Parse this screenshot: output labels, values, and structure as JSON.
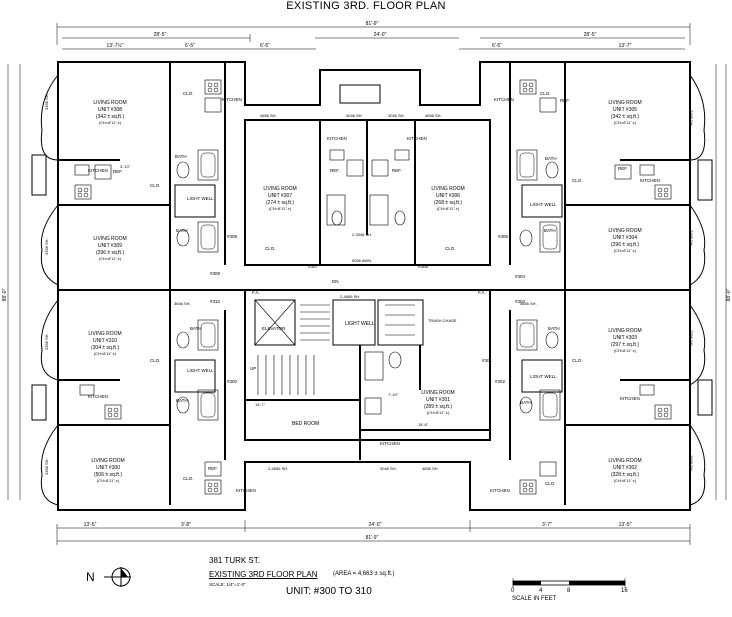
{
  "title": "EXISTING  3RD. FLOOR PLAN",
  "units": [
    {
      "id": "u308",
      "room": "LIVING ROOM",
      "unit": "UNIT #308",
      "area": "(342 ± sq.ft.)",
      "ceil": "(CH=8'11\".±)"
    },
    {
      "id": "u309",
      "room": "LIVING ROOM",
      "unit": "UNIT #309",
      "area": "(296 ± sq.ft.)",
      "ceil": "(CH=8'11\".±)"
    },
    {
      "id": "u310",
      "room": "LIVING ROOM",
      "unit": "UNIT #310",
      "area": "(304 ± sq.ft.)",
      "ceil": "(CH=8'11\".±)"
    },
    {
      "id": "u300",
      "room": "LIVING ROOM",
      "unit": "UNIT #300",
      "area": "(506 ± sq.ft.)",
      "ceil": "(CH=8'11\".±)"
    },
    {
      "id": "u307",
      "room": "LIVING ROOM",
      "unit": "UNIT #307",
      "area": "(274 ± sq.ft.)",
      "ceil": "(CH=8'11\".±)"
    },
    {
      "id": "u306",
      "room": "LIVING ROOM",
      "unit": "UNIT #306",
      "area": "(268 ± sq.ft.)",
      "ceil": "(CH=8'11\".±)"
    },
    {
      "id": "u305",
      "room": "LIVING ROOM",
      "unit": "UNIT #305",
      "area": "(342 ± sq.ft.)",
      "ceil": "(CH=8'11\".±)"
    },
    {
      "id": "u304",
      "room": "LIVING ROOM",
      "unit": "UNIT #304",
      "area": "(296 ± sq.ft.)",
      "ceil": "(CH=8'11\".±)"
    },
    {
      "id": "u303",
      "room": "LIVING ROOM",
      "unit": "UNIT #303",
      "area": "(297 ± sq.ft.)",
      "ceil": "(CH=8'11\".±)"
    },
    {
      "id": "u302",
      "room": "LIVING ROOM",
      "unit": "UNIT #302",
      "area": "(328 ± sq.ft.)",
      "ceil": "(CH=8'11\".±)"
    },
    {
      "id": "u301",
      "room": "LIVING ROOM",
      "unit": "UNIT #301",
      "area": "(289 ± sq.ft.)",
      "ceil": "(CH=8'11\".±)"
    }
  ],
  "rooms": {
    "clo": "CLO.",
    "kitchen": "KITCHEN",
    "bath": "BATH",
    "ref": "REF.",
    "light_well": "LIGHT WELL",
    "elevator": "ELEVATOR",
    "bed_room": "BED ROOM",
    "trash_chase": "TRASH CHASE",
    "up": "UP",
    "dn": "DN",
    "fa": "F.A."
  },
  "door_tags": [
    "#307",
    "#306",
    "#308",
    "#305",
    "#309",
    "#304",
    "#310",
    "#303",
    "#300",
    "#302",
    "#301"
  ],
  "dims": {
    "overall": "81'-9\"",
    "mid": "24'-0\"",
    "left_a": "13'-7½\"",
    "left_b": "6'-5\"",
    "left_c": "28'-5\"",
    "right_a": "6'-5\"",
    "right_b": "13'-7\"",
    "right_c": "28'-5\"",
    "side": "88'-0\"",
    "bot_l1": "13'-5\"",
    "bot_l2": "3'-8\"",
    "bot_r1": "3'-7\"",
    "bot_r2": "13'-5\"",
    "win_a": "3358 SH.",
    "win_b": "3046 SH.",
    "win_c": "4656 SH.",
    "win_d": "2-3346 SH.",
    "win_e": "2-4656 SH.",
    "win_f": "5056 AWN.",
    "win_g": "3646 SH.",
    "bed": "14'-7\"",
    "lw_top": "7'-10\"",
    "lw_bot": "15'-8\"",
    "k1": "3'-10\"",
    "ceil_lbl": "REF.\n24\""
  },
  "footer": {
    "address": "381 TURK ST.",
    "plan_title": "EXISTING 3RD FLOOR PLAN",
    "area": "(AREA = 4,663 ± sq.ft.)",
    "scale": "SCALE: 1/4\"=1'-0\"",
    "units": "UNIT:  #300  TO  310",
    "north": "N",
    "scale_bar": "SCALE IN FEET",
    "ticks": [
      "0",
      "4",
      "8",
      "16"
    ],
    "scale_bar_fractions": [
      0,
      0.25,
      0.5,
      1
    ]
  }
}
